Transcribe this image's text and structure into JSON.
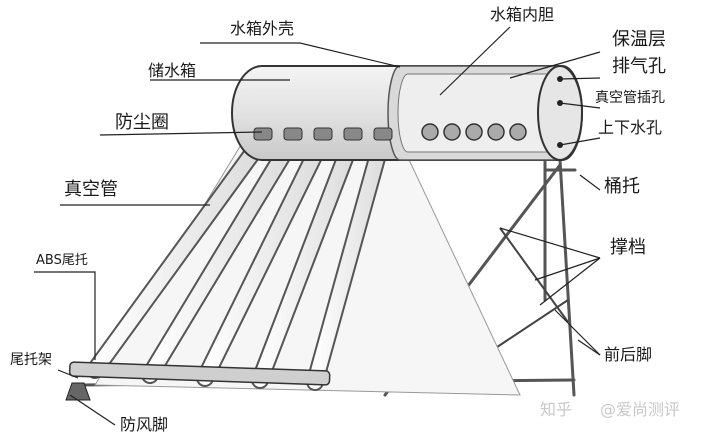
{
  "labels": {
    "tank_shell": "水箱外壳",
    "inner_tank": "水箱内胆",
    "insulation": "保温层",
    "water_storage_tank": "储水箱",
    "vent_hole": "排气孔",
    "tube_socket": "真空管插孔",
    "dust_ring": "防尘圈",
    "water_ports": "上下水孔",
    "vacuum_tube": "真空管",
    "bucket_support": "桶托",
    "abs_tail_support": "ABS尾托",
    "brace": "撑档",
    "front_rear_legs": "前后脚",
    "tail_support_frame": "尾托架",
    "wind_proof_foot": "防风脚"
  },
  "watermark": {
    "brand": "知乎",
    "author": "@爱尚测评"
  },
  "colors": {
    "tank": "#e8e8e8",
    "tube": "#f0f0f0",
    "outline": "#333333",
    "watermark": "#c8c8c8"
  }
}
